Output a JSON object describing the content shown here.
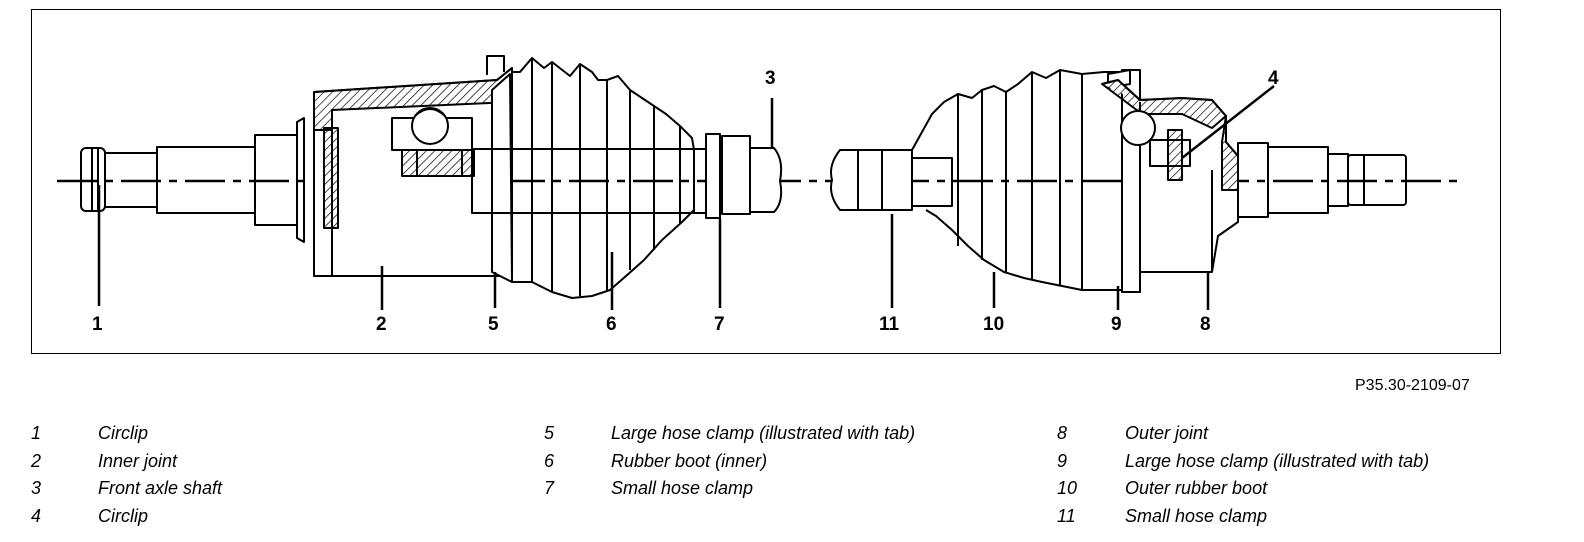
{
  "figure_ref": "P35.30-2109-07",
  "callouts": [
    "1",
    "2",
    "5",
    "6",
    "7",
    "11",
    "10",
    "9",
    "8",
    "3",
    "4"
  ],
  "legend": [
    [
      {
        "num": "1",
        "text": "Circlip"
      },
      {
        "num": "2",
        "text": "Inner joint"
      },
      {
        "num": "3",
        "text": "Front axle shaft"
      },
      {
        "num": "4",
        "text": "Circlip"
      }
    ],
    [
      {
        "num": "5",
        "text": "Large hose clamp (illustrated with tab)"
      },
      {
        "num": "6",
        "text": "Rubber boot (inner)"
      },
      {
        "num": "7",
        "text": "Small hose clamp"
      }
    ],
    [
      {
        "num": "8",
        "text": "Outer joint"
      },
      {
        "num": "9",
        "text": "Large hose clamp (illustrated with tab)"
      },
      {
        "num": "10",
        "text": "Outer rubber boot"
      },
      {
        "num": "11",
        "text": "Small hose clamp"
      }
    ]
  ]
}
